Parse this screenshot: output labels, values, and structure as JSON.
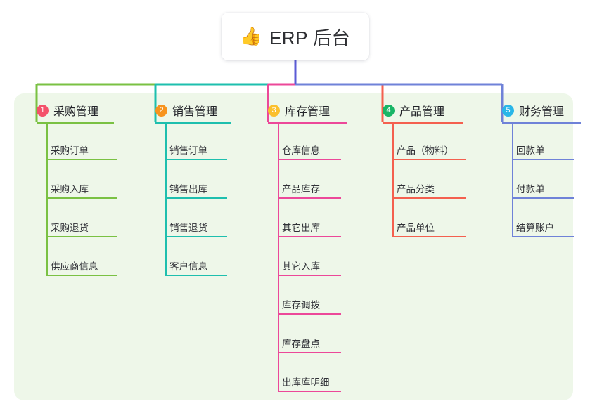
{
  "root": {
    "icon": "thumbs-up-emoji",
    "emoji": "👍",
    "title": "ERP 后台"
  },
  "theme": {
    "panel_bg": "#eef7e9",
    "page_bg": "#ffffff",
    "root_stem": "#5b5bd6",
    "text": "#303137"
  },
  "columns": [
    {
      "number": "1",
      "title": "采购管理",
      "badge_color": "#f4526a",
      "line_color": "#7ac143",
      "items": [
        "采购订单",
        "采购入库",
        "采购退货",
        "供应商信息"
      ]
    },
    {
      "number": "2",
      "title": "销售管理",
      "badge_color": "#f7941e",
      "line_color": "#1ebfae",
      "items": [
        "销售订单",
        "销售出库",
        "销售退货",
        "客户信息"
      ]
    },
    {
      "number": "3",
      "title": "库存管理",
      "badge_color": "#fbc02d",
      "line_color": "#ec4899",
      "items": [
        "仓库信息",
        "产品库存",
        "其它出库",
        "其它入库",
        "库存调拨",
        "库存盘点",
        "出库库明细"
      ]
    },
    {
      "number": "4",
      "title": "产品管理",
      "badge_color": "#18b566",
      "line_color": "#f4604f",
      "items": [
        "产品（物料）",
        "产品分类",
        "产品单位"
      ]
    },
    {
      "number": "5",
      "title": "财务管理",
      "badge_color": "#29b6e8",
      "line_color": "#6f82d8",
      "items": [
        "回款单",
        "付款单",
        "结算账户"
      ]
    }
  ]
}
